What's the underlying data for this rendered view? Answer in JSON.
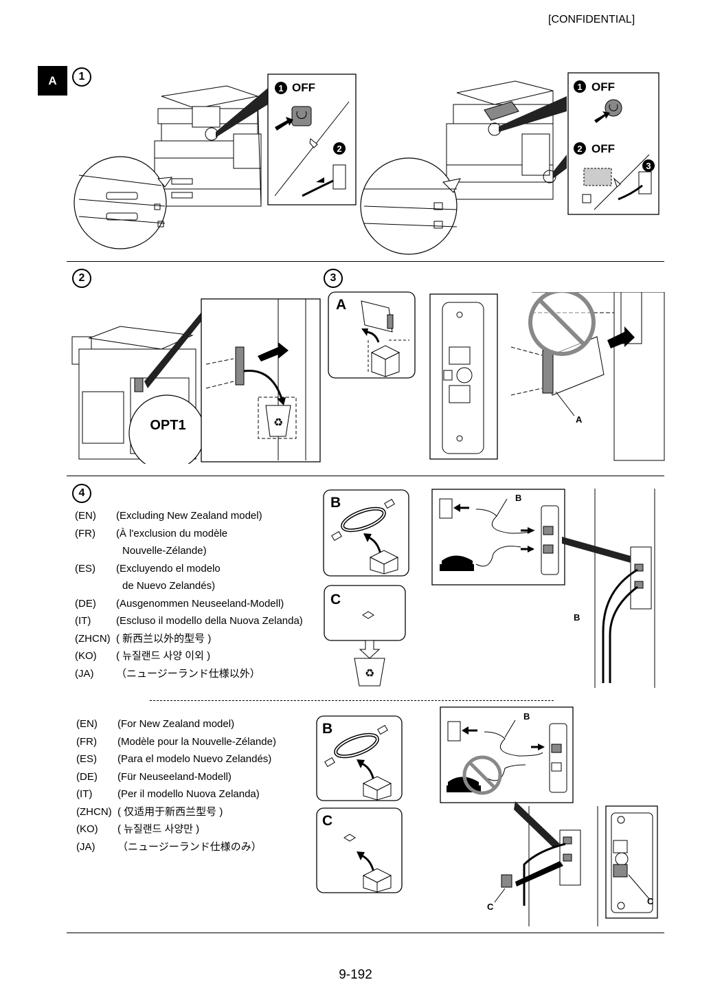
{
  "header": {
    "confidential": "[CONFIDENTIAL]"
  },
  "section": {
    "tab": "A"
  },
  "steps": [
    "1",
    "2",
    "3",
    "4"
  ],
  "step1": {
    "left_off1": "OFF",
    "right_off1": "OFF",
    "right_off2": "OFF",
    "num1": "❶",
    "num2": "❷",
    "num3": "❸"
  },
  "step2": {
    "callout": "OPT1"
  },
  "step3": {
    "box_label": "A",
    "pointer_label": "A"
  },
  "step4": {
    "b_label": "B",
    "c_label": "C",
    "cable_label": "B",
    "list_non_nz": [
      {
        "code": "(EN)",
        "text": "(Excluding New Zealand model)"
      },
      {
        "code": "(FR)",
        "text": "(À l'exclusion du modèle"
      },
      {
        "code": "",
        "text": "Nouvelle-Zélande)"
      },
      {
        "code": "(ES)",
        "text": "(Excluyendo el modelo"
      },
      {
        "code": "",
        "text": "de Nuevo Zelandés)"
      },
      {
        "code": "(DE)",
        "text": "(Ausgenommen Neuseeland-Modell)"
      },
      {
        "code": "(IT)",
        "text": "(Escluso il modello della Nuova Zelanda)"
      },
      {
        "code": "(ZHCN)",
        "text": "( 新西兰以外的型号 )"
      },
      {
        "code": "(KO)",
        "text": "( 뉴질랜드 사양 이외 )"
      },
      {
        "code": "(JA)",
        "text": "（ニュージーランド仕様以外）"
      }
    ],
    "list_nz": [
      {
        "code": "(EN)",
        "text": "(For New Zealand model)"
      },
      {
        "code": "(FR)",
        "text": "(Modèle pour la Nouvelle-Zélande)"
      },
      {
        "code": "(ES)",
        "text": "(Para el modelo Nuevo Zelandés)"
      },
      {
        "code": "(DE)",
        "text": "(Für Neuseeland-Modell)"
      },
      {
        "code": "(IT)",
        "text": "(Per il modello Nuova Zelanda)"
      },
      {
        "code": "(ZHCN)",
        "text": "( 仅适用于新西兰型号 )"
      },
      {
        "code": "(KO)",
        "text": "( 뉴질랜드 사양만 )"
      },
      {
        "code": "(JA)",
        "text": "（ニュージーランド仕様のみ）"
      }
    ]
  },
  "footer": {
    "page_number": "9-192"
  }
}
